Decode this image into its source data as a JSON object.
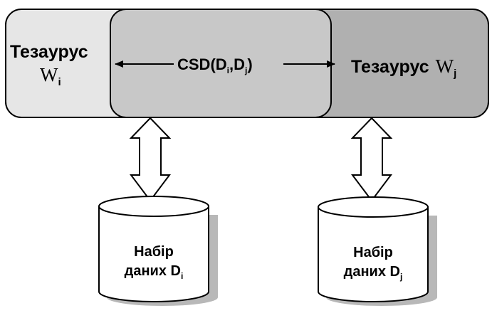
{
  "left_box": {
    "line1": "Тезаурус",
    "symbol": "W",
    "subscript": "i"
  },
  "middle_box": {
    "prefix": "CSD(D",
    "sub1": "i",
    "mid": ",D",
    "sub2": "j",
    "suffix": ")"
  },
  "right_box": {
    "word": "Тезаурус",
    "symbol": "W",
    "subscript": "j"
  },
  "db_left": {
    "line1": "Набір",
    "line2": "даних D",
    "subscript": "i"
  },
  "db_right": {
    "line1": "Набір",
    "line2": "даних D",
    "subscript": "j"
  },
  "colors": {
    "left_fill": "#e6e6e6",
    "middle_fill": "#c8c8c8",
    "right_fill": "#b0b0b0",
    "shadow": "#b8b8b8",
    "stroke": "#000000"
  }
}
